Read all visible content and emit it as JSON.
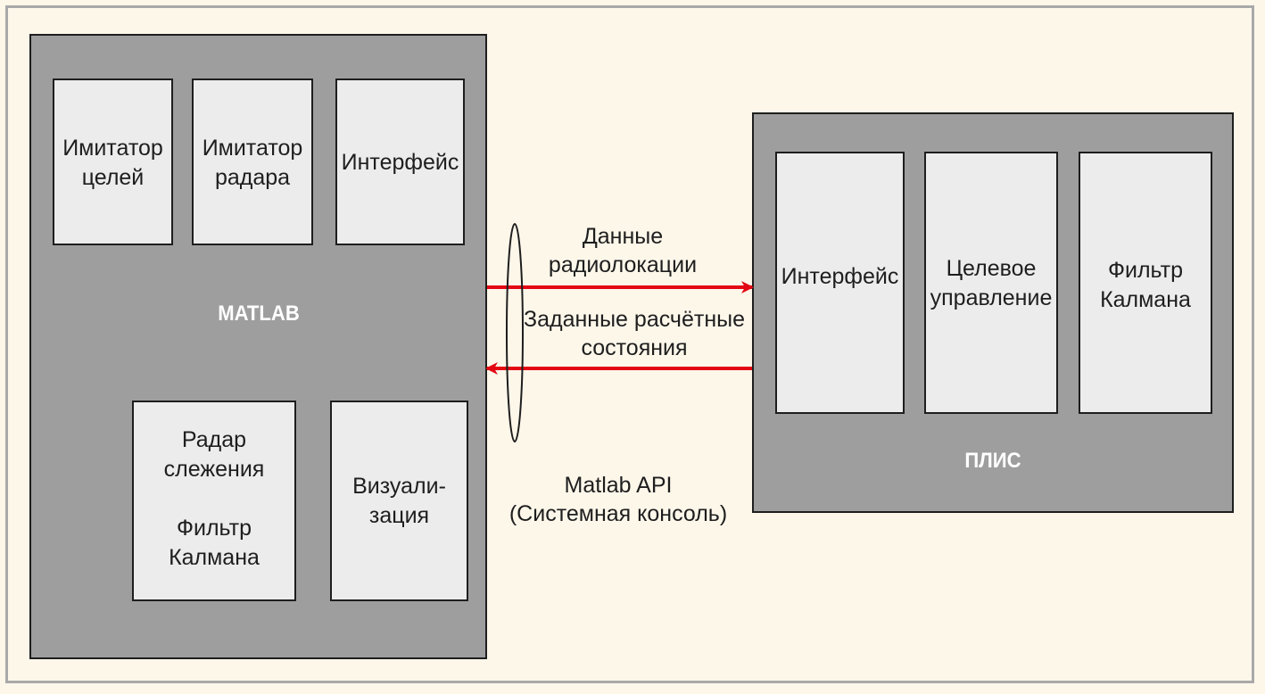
{
  "colors": {
    "background": "#fdf7ea",
    "group_fill": "#9e9e9e",
    "block_fill": "#ececec",
    "arrow": "#e30613",
    "outline": "#1e1e1e"
  },
  "matlab": {
    "title": "MATLAB",
    "blocks": {
      "target_simulator": "Имитатор\nцелей",
      "radar_simulator": "Имитатор\nрадара",
      "interface": "Интерфейс",
      "tracking_radar": "Радар\nслежения\n\nФильтр\nКалмана",
      "visualization": "Визуали-\nзация"
    }
  },
  "fpga": {
    "title": "ПЛИС",
    "blocks": {
      "interface": "Интерфейс",
      "target_control": "Целевое\nуправление",
      "kalman_filter": "Фильтр\nКалмана"
    }
  },
  "links": {
    "radar_data": "Данные\nрадиолокации",
    "computed_states": "Заданные расчётные\nсостояния",
    "api": "Matlab API\n(Системная консоль)"
  }
}
